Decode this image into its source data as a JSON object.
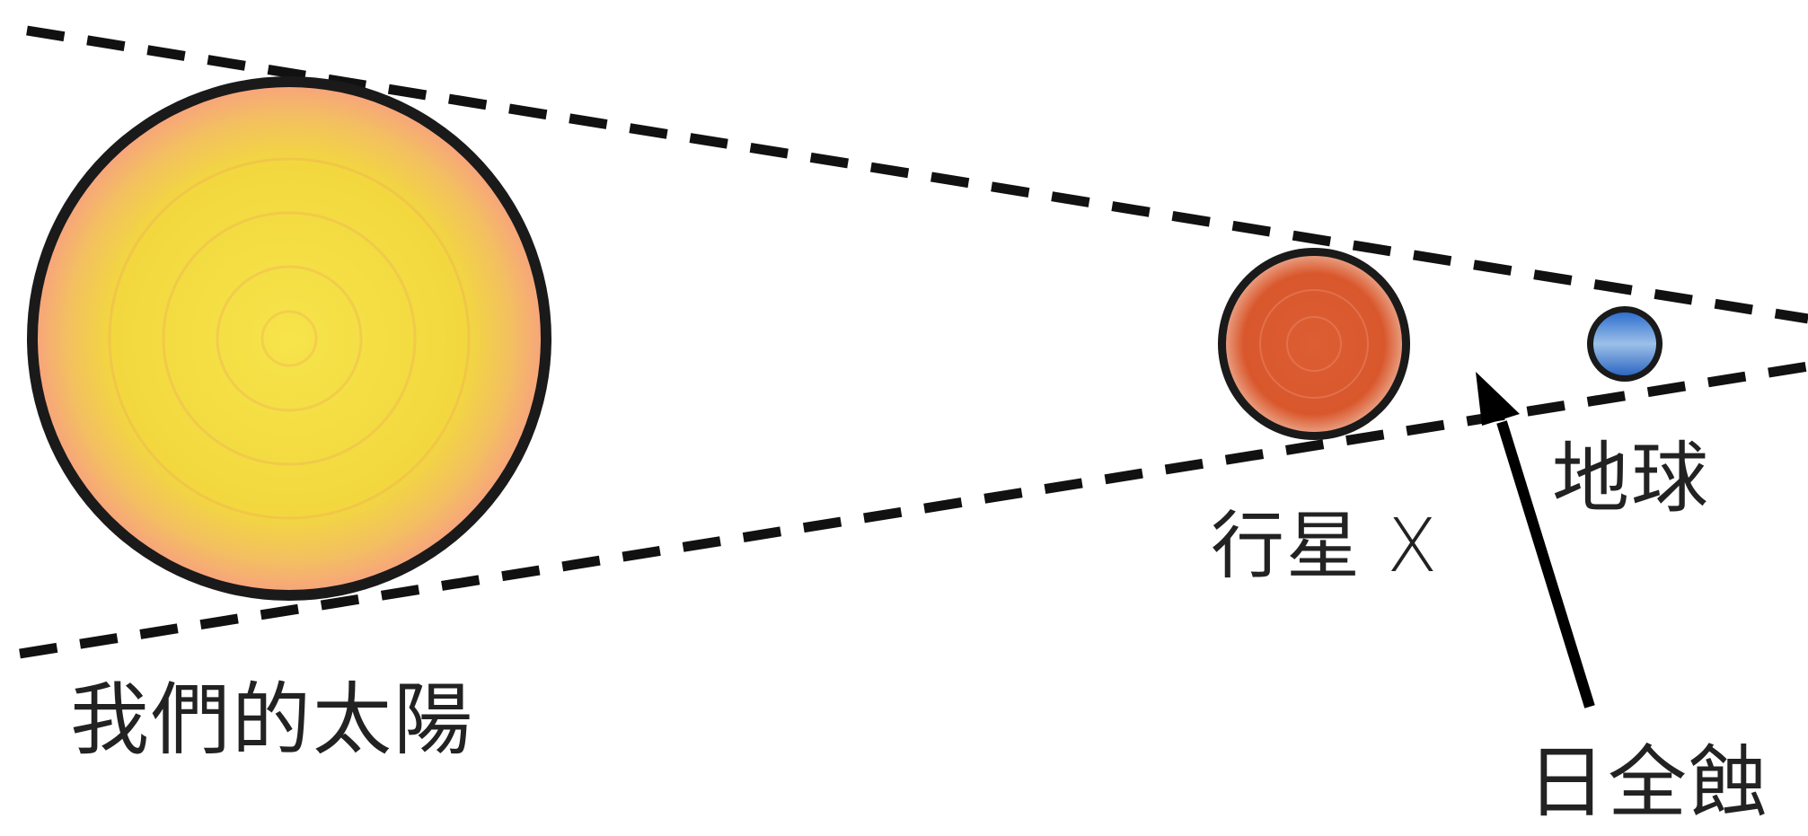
{
  "labels": {
    "sun": "我們的太陽",
    "planet": "行星 X",
    "earth": "地球",
    "eclipse": "日全蝕"
  },
  "colors": {
    "sun_fill": "#f4de3c",
    "sun_glow": "#f7a67a",
    "planet_fill": "#d9572c",
    "earth_fill": "#3d7fd6",
    "outline": "#1a1a1a",
    "lines": "#111111"
  }
}
